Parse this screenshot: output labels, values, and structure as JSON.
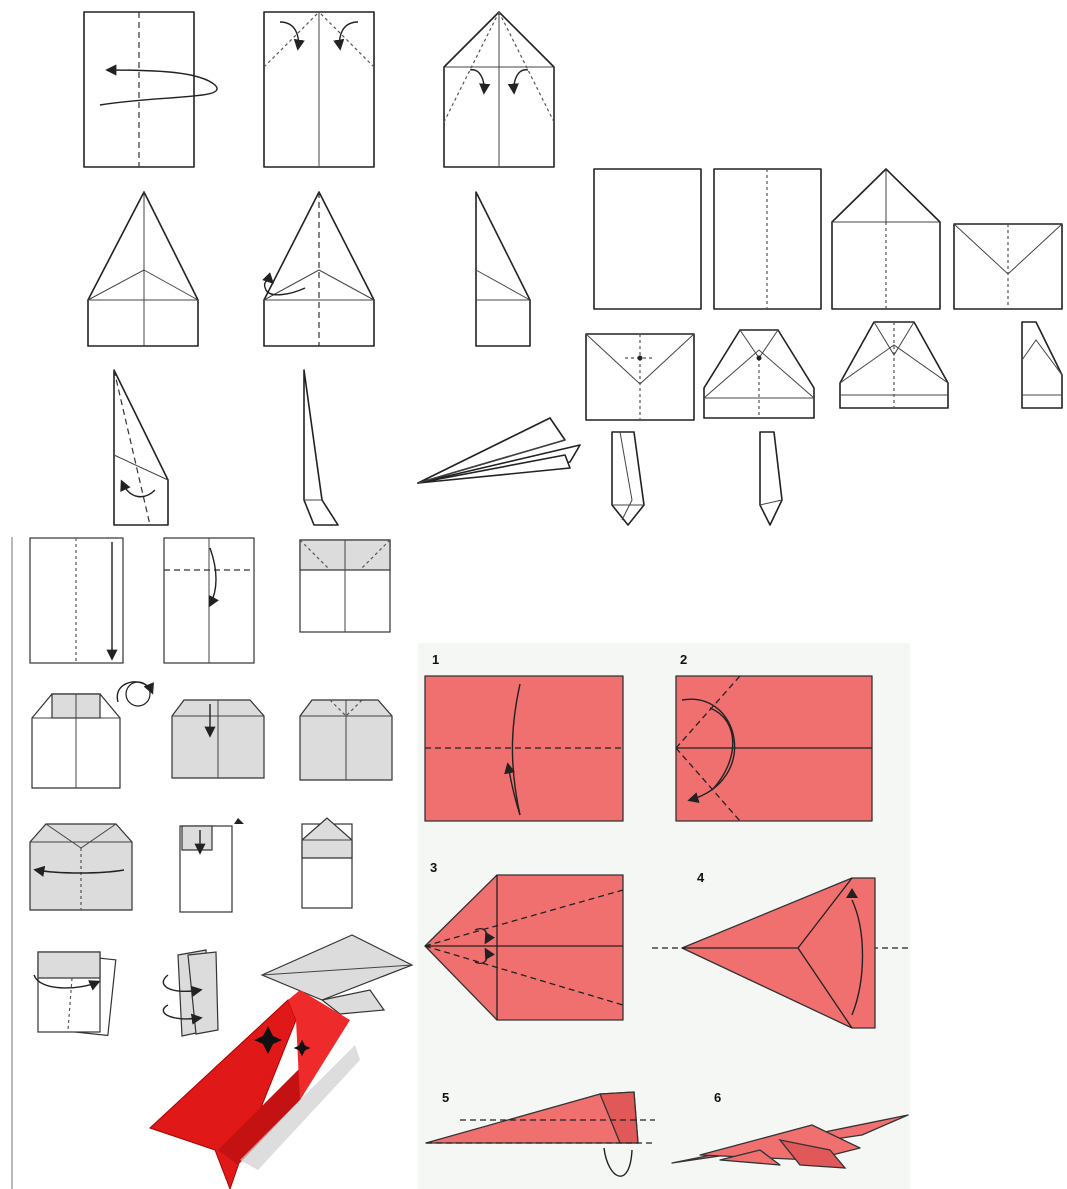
{
  "diagram": {
    "description_steps_pink": [
      "1",
      "2",
      "3",
      "4",
      "5",
      "6"
    ]
  }
}
